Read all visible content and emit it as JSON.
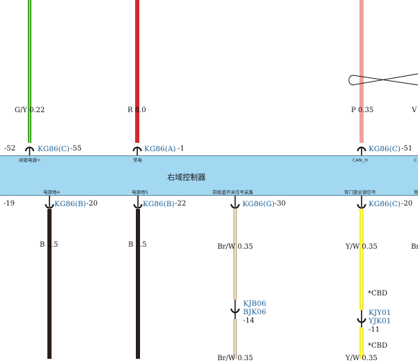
{
  "module": {
    "name": "右域控制器"
  },
  "top_connectors": [
    {
      "wire_label": "G/Y 0.22",
      "left_pin": "-52",
      "connector": "KG86(C)",
      "pin": "-55",
      "signal": "闭锁电源+",
      "color": "#2a9d1e",
      "stripe": "#e8e84a"
    },
    {
      "wire_label": "R 8.0",
      "connector": "KG86(A)",
      "pin": "-1",
      "signal": "常电",
      "color": "#d42a2a"
    },
    {
      "wire_label": "P 0.35",
      "connector": "KG86(C)",
      "pin": "-51",
      "signal": "CAN_H",
      "color": "#f0a0a0"
    },
    {
      "wire_label": "V",
      "signal": "C"
    }
  ],
  "bottom_connectors": [
    {
      "left_pin": "-19",
      "connector": "KG86(B)",
      "pin": "-20",
      "signal": "电源地4",
      "wire_label": "B 2.5",
      "color": "#2a1f1a"
    },
    {
      "connector": "KG86(B)",
      "pin": "-22",
      "signal": "电源地5",
      "wire_label": "B 2.5",
      "color": "#2a1f1a"
    },
    {
      "connector": "KG86(G)",
      "pin": "-30",
      "signal": "前舱盖开关信号采集",
      "wire_label": "Br/W 0.35",
      "color": "#c8ae8c"
    },
    {
      "connector": "KG86(C)",
      "pin": "-20",
      "signal": "背门锁全锁信号",
      "wire_label": "Y/W 0.35",
      "color": "#f5ec1a"
    },
    {
      "signal": "背",
      "wire_label": "Br"
    }
  ],
  "inline_connectors": [
    {
      "codes": [
        "KJB06",
        "BJK06"
      ],
      "pin": "-14",
      "bottom_label": "Br/W 0.35"
    },
    {
      "codes": [
        "KJY01",
        "YJK01"
      ],
      "pin": "-11",
      "notes": [
        "*CBD",
        "*CBD"
      ],
      "bottom_label": "Y/W 0.35"
    }
  ]
}
